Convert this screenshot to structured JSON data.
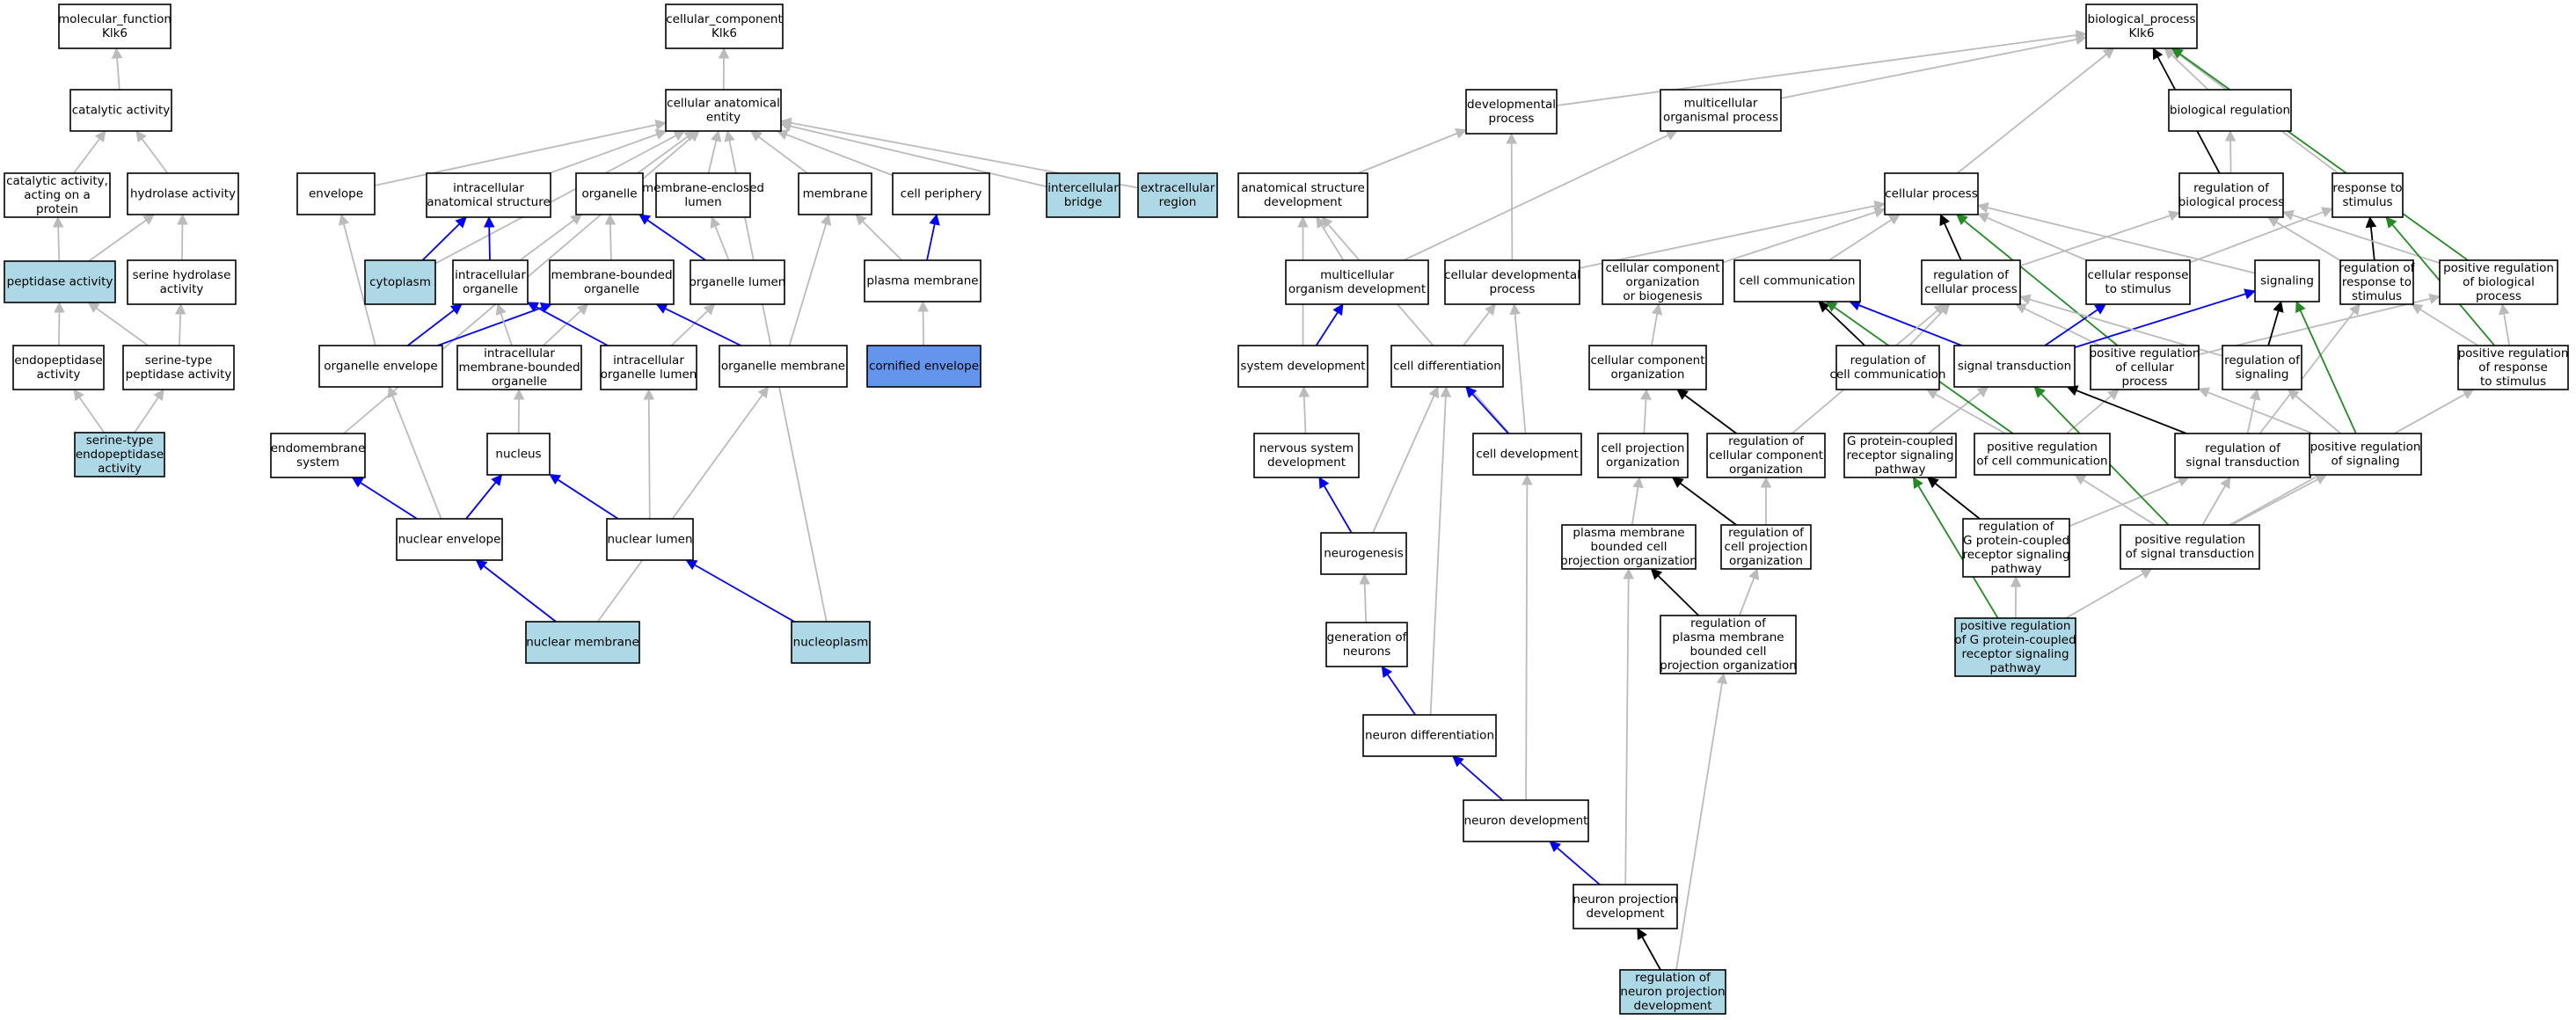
{
  "colors": {
    "default_fill": "#ffffff",
    "highlight_fill": "#add8e6",
    "strong_fill": "#6495ed",
    "is_a": "#bbbbbb",
    "part_of": "#0000ff",
    "regulates": "#000000",
    "positively_regulates": "#228b22"
  },
  "nodes": [
    {
      "id": "mf",
      "lines": [
        "molecular_function",
        "Klk6"
      ]
    },
    {
      "id": "cat",
      "lines": [
        "catalytic activity"
      ]
    },
    {
      "id": "catp",
      "lines": [
        "catalytic activity,",
        "acting on a",
        "protein"
      ]
    },
    {
      "id": "hyd",
      "lines": [
        "hydrolase activity"
      ]
    },
    {
      "id": "pep",
      "lines": [
        "peptidase activity"
      ],
      "fill": "highlight"
    },
    {
      "id": "serh",
      "lines": [
        "serine hydrolase",
        "activity"
      ]
    },
    {
      "id": "endo",
      "lines": [
        "endopeptidase",
        "activity"
      ]
    },
    {
      "id": "sert",
      "lines": [
        "serine-type",
        "peptidase activity"
      ]
    },
    {
      "id": "serte",
      "lines": [
        "serine-type",
        "endopeptidase",
        "activity"
      ],
      "fill": "highlight"
    },
    {
      "id": "cc",
      "lines": [
        "cellular_component",
        "Klk6"
      ]
    },
    {
      "id": "cae",
      "lines": [
        "cellular anatomical",
        "entity"
      ]
    },
    {
      "id": "env",
      "lines": [
        "envelope"
      ]
    },
    {
      "id": "ias",
      "lines": [
        "intracellular",
        "anatomical structure"
      ]
    },
    {
      "id": "org",
      "lines": [
        "organelle"
      ]
    },
    {
      "id": "mel",
      "lines": [
        "membrane-enclosed",
        "lumen"
      ]
    },
    {
      "id": "mem",
      "lines": [
        "membrane"
      ]
    },
    {
      "id": "cper",
      "lines": [
        "cell periphery"
      ]
    },
    {
      "id": "ibr",
      "lines": [
        "intercellular",
        "bridge"
      ],
      "fill": "highlight"
    },
    {
      "id": "exr",
      "lines": [
        "extracellular",
        "region"
      ],
      "fill": "highlight"
    },
    {
      "id": "cyt",
      "lines": [
        "cytoplasm"
      ],
      "fill": "highlight"
    },
    {
      "id": "io",
      "lines": [
        "intracellular",
        "organelle"
      ]
    },
    {
      "id": "mbo",
      "lines": [
        "membrane-bounded",
        "organelle"
      ]
    },
    {
      "id": "ol",
      "lines": [
        "organelle lumen"
      ]
    },
    {
      "id": "pm",
      "lines": [
        "plasma membrane"
      ]
    },
    {
      "id": "oenv",
      "lines": [
        "organelle envelope"
      ]
    },
    {
      "id": "imbo",
      "lines": [
        "intracellular",
        "membrane-bounded",
        "organelle"
      ]
    },
    {
      "id": "iol",
      "lines": [
        "intracellular",
        "organelle lumen"
      ]
    },
    {
      "id": "om",
      "lines": [
        "organelle membrane"
      ]
    },
    {
      "id": "ce",
      "lines": [
        "cornified envelope"
      ],
      "fill": "strong"
    },
    {
      "id": "ems",
      "lines": [
        "endomembrane",
        "system"
      ]
    },
    {
      "id": "nuc",
      "lines": [
        "nucleus"
      ]
    },
    {
      "id": "ne",
      "lines": [
        "nuclear envelope"
      ]
    },
    {
      "id": "nl",
      "lines": [
        "nuclear lumen"
      ]
    },
    {
      "id": "nm",
      "lines": [
        "nuclear membrane"
      ],
      "fill": "highlight"
    },
    {
      "id": "np",
      "lines": [
        "nucleoplasm"
      ],
      "fill": "highlight"
    },
    {
      "id": "bp",
      "lines": [
        "biological_process",
        "Klk6"
      ]
    },
    {
      "id": "dp",
      "lines": [
        "developmental",
        "process"
      ]
    },
    {
      "id": "mop",
      "lines": [
        "multicellular",
        "organismal process"
      ]
    },
    {
      "id": "breg",
      "lines": [
        "biological regulation"
      ]
    },
    {
      "id": "asd",
      "lines": [
        "anatomical structure",
        "development"
      ]
    },
    {
      "id": "cp",
      "lines": [
        "cellular process"
      ]
    },
    {
      "id": "rbp",
      "lines": [
        "regulation of",
        "biological process"
      ]
    },
    {
      "id": "rts",
      "lines": [
        "response to",
        "stimulus"
      ]
    },
    {
      "id": "mod",
      "lines": [
        "multicellular",
        "organism development"
      ]
    },
    {
      "id": "cdp",
      "lines": [
        "cellular developmental",
        "process"
      ]
    },
    {
      "id": "ccob",
      "lines": [
        "cellular component",
        "organization",
        "or biogenesis"
      ]
    },
    {
      "id": "ccom",
      "lines": [
        "cell communication"
      ]
    },
    {
      "id": "rcp",
      "lines": [
        "regulation of",
        "cellular process"
      ]
    },
    {
      "id": "crs",
      "lines": [
        "cellular response",
        "to stimulus"
      ]
    },
    {
      "id": "sig",
      "lines": [
        "signaling"
      ]
    },
    {
      "id": "rrs",
      "lines": [
        "regulation of",
        "response to",
        "stimulus"
      ]
    },
    {
      "id": "prbp",
      "lines": [
        "positive regulation",
        "of biological",
        "process"
      ]
    },
    {
      "id": "sd",
      "lines": [
        "system development"
      ]
    },
    {
      "id": "cdiff",
      "lines": [
        "cell differentiation"
      ]
    },
    {
      "id": "cco",
      "lines": [
        "cellular component",
        "organization"
      ]
    },
    {
      "id": "rcc",
      "lines": [
        "regulation of",
        "cell communication"
      ]
    },
    {
      "id": "st",
      "lines": [
        "signal transduction"
      ]
    },
    {
      "id": "prcp",
      "lines": [
        "positive regulation",
        "of cellular",
        "process"
      ]
    },
    {
      "id": "rsig",
      "lines": [
        "regulation of",
        "signaling"
      ]
    },
    {
      "id": "prrs",
      "lines": [
        "positive regulation",
        "of response",
        "to stimulus"
      ]
    },
    {
      "id": "nsd",
      "lines": [
        "nervous system",
        "development"
      ]
    },
    {
      "id": "cdev",
      "lines": [
        "cell development"
      ]
    },
    {
      "id": "cpo",
      "lines": [
        "cell projection",
        "organization"
      ]
    },
    {
      "id": "rcco",
      "lines": [
        "regulation of",
        "cellular component",
        "organization"
      ]
    },
    {
      "id": "gpcr",
      "lines": [
        "G protein-coupled",
        "receptor signaling",
        "pathway"
      ]
    },
    {
      "id": "prcc",
      "lines": [
        "positive regulation",
        "of cell communication"
      ]
    },
    {
      "id": "rst",
      "lines": [
        "regulation of",
        "signal transduction"
      ]
    },
    {
      "id": "prsig",
      "lines": [
        "positive regulation",
        "of signaling"
      ]
    },
    {
      "id": "ngen",
      "lines": [
        "neurogenesis"
      ]
    },
    {
      "id": "pmbcp",
      "lines": [
        "plasma membrane",
        "bounded cell",
        "projection organization"
      ]
    },
    {
      "id": "rcpo",
      "lines": [
        "regulation of",
        "cell projection",
        "organization"
      ]
    },
    {
      "id": "rgpcr",
      "lines": [
        "regulation of",
        "G protein-coupled",
        "receptor signaling",
        "pathway"
      ]
    },
    {
      "id": "prst",
      "lines": [
        "positive regulation",
        "of signal transduction"
      ]
    },
    {
      "id": "gon",
      "lines": [
        "generation of",
        "neurons"
      ]
    },
    {
      "id": "rpmb",
      "lines": [
        "regulation of",
        "plasma membrane",
        "bounded cell",
        "projection organization"
      ]
    },
    {
      "id": "prgpcr",
      "lines": [
        "positive regulation",
        "of G protein-coupled",
        "receptor signaling",
        "pathway"
      ],
      "fill": "highlight"
    },
    {
      "id": "ndiff",
      "lines": [
        "neuron differentiation"
      ]
    },
    {
      "id": "ndev",
      "lines": [
        "neuron development"
      ]
    },
    {
      "id": "npd",
      "lines": [
        "neuron projection",
        "development"
      ]
    },
    {
      "id": "rnpd",
      "lines": [
        "regulation of",
        "neuron projection",
        "development"
      ],
      "fill": "highlight"
    }
  ],
  "edges": [
    {
      "from": "cat",
      "to": "mf",
      "type": "is_a"
    },
    {
      "from": "catp",
      "to": "cat",
      "type": "is_a"
    },
    {
      "from": "hyd",
      "to": "cat",
      "type": "is_a"
    },
    {
      "from": "pep",
      "to": "catp",
      "type": "is_a"
    },
    {
      "from": "pep",
      "to": "hyd",
      "type": "is_a"
    },
    {
      "from": "serh",
      "to": "hyd",
      "type": "is_a"
    },
    {
      "from": "endo",
      "to": "pep",
      "type": "is_a"
    },
    {
      "from": "sert",
      "to": "pep",
      "type": "is_a"
    },
    {
      "from": "sert",
      "to": "serh",
      "type": "is_a"
    },
    {
      "from": "serte",
      "to": "endo",
      "type": "is_a"
    },
    {
      "from": "serte",
      "to": "sert",
      "type": "is_a"
    },
    {
      "from": "cae",
      "to": "cc",
      "type": "is_a"
    },
    {
      "from": "env",
      "to": "cae",
      "type": "is_a"
    },
    {
      "from": "ias",
      "to": "cae",
      "type": "is_a"
    },
    {
      "from": "org",
      "to": "cae",
      "type": "is_a"
    },
    {
      "from": "mel",
      "to": "cae",
      "type": "is_a"
    },
    {
      "from": "mem",
      "to": "cae",
      "type": "is_a"
    },
    {
      "from": "cper",
      "to": "cae",
      "type": "is_a"
    },
    {
      "from": "ibr",
      "to": "cae",
      "type": "is_a"
    },
    {
      "from": "exr",
      "to": "cae",
      "type": "is_a"
    },
    {
      "from": "cyt",
      "to": "cae",
      "type": "is_a"
    },
    {
      "from": "ems",
      "to": "cae",
      "type": "is_a"
    },
    {
      "from": "np",
      "to": "cae",
      "type": "is_a"
    },
    {
      "from": "cyt",
      "to": "ias",
      "type": "part_of"
    },
    {
      "from": "io",
      "to": "ias",
      "type": "part_of"
    },
    {
      "from": "io",
      "to": "org",
      "type": "is_a"
    },
    {
      "from": "mbo",
      "to": "org",
      "type": "is_a"
    },
    {
      "from": "ol",
      "to": "org",
      "type": "part_of"
    },
    {
      "from": "ol",
      "to": "mel",
      "type": "is_a"
    },
    {
      "from": "pm",
      "to": "mem",
      "type": "is_a"
    },
    {
      "from": "pm",
      "to": "cper",
      "type": "part_of"
    },
    {
      "from": "oenv",
      "to": "env",
      "type": "is_a"
    },
    {
      "from": "oenv",
      "to": "io",
      "type": "part_of"
    },
    {
      "from": "oenv",
      "to": "mbo",
      "type": "part_of"
    },
    {
      "from": "imbo",
      "to": "io",
      "type": "is_a"
    },
    {
      "from": "imbo",
      "to": "mbo",
      "type": "is_a"
    },
    {
      "from": "iol",
      "to": "io",
      "type": "part_of"
    },
    {
      "from": "iol",
      "to": "ol",
      "type": "is_a"
    },
    {
      "from": "om",
      "to": "mbo",
      "type": "part_of"
    },
    {
      "from": "om",
      "to": "mem",
      "type": "is_a"
    },
    {
      "from": "ce",
      "to": "pm",
      "type": "is_a"
    },
    {
      "from": "nuc",
      "to": "imbo",
      "type": "is_a"
    },
    {
      "from": "ne",
      "to": "ems",
      "type": "part_of"
    },
    {
      "from": "ne",
      "to": "nuc",
      "type": "part_of"
    },
    {
      "from": "ne",
      "to": "oenv",
      "type": "is_a"
    },
    {
      "from": "nl",
      "to": "nuc",
      "type": "part_of"
    },
    {
      "from": "nl",
      "to": "iol",
      "type": "is_a"
    },
    {
      "from": "nm",
      "to": "ne",
      "type": "part_of"
    },
    {
      "from": "nm",
      "to": "om",
      "type": "is_a"
    },
    {
      "from": "np",
      "to": "nl",
      "type": "part_of"
    },
    {
      "from": "dp",
      "to": "bp",
      "type": "is_a"
    },
    {
      "from": "mop",
      "to": "bp",
      "type": "is_a"
    },
    {
      "from": "breg",
      "to": "bp",
      "type": "is_a"
    },
    {
      "from": "cp",
      "to": "bp",
      "type": "is_a"
    },
    {
      "from": "rbp",
      "to": "bp",
      "type": "regulates"
    },
    {
      "from": "rbp",
      "to": "breg",
      "type": "is_a"
    },
    {
      "from": "rts",
      "to": "bp",
      "type": "is_a"
    },
    {
      "from": "prbp",
      "to": "bp",
      "type": "positively_regulates"
    },
    {
      "from": "asd",
      "to": "dp",
      "type": "is_a"
    },
    {
      "from": "cdp",
      "to": "dp",
      "type": "is_a"
    },
    {
      "from": "mod",
      "to": "mop",
      "type": "is_a"
    },
    {
      "from": "mod",
      "to": "asd",
      "type": "is_a"
    },
    {
      "from": "sd",
      "to": "mod",
      "type": "part_of"
    },
    {
      "from": "sd",
      "to": "asd",
      "type": "is_a"
    },
    {
      "from": "cdev",
      "to": "asd",
      "type": "is_a"
    },
    {
      "from": "cdp",
      "to": "cp",
      "type": "is_a"
    },
    {
      "from": "ccob",
      "to": "cp",
      "type": "is_a"
    },
    {
      "from": "ccom",
      "to": "cp",
      "type": "is_a"
    },
    {
      "from": "rcp",
      "to": "cp",
      "type": "regulates"
    },
    {
      "from": "rcp",
      "to": "rbp",
      "type": "is_a"
    },
    {
      "from": "crs",
      "to": "cp",
      "type": "is_a"
    },
    {
      "from": "crs",
      "to": "rts",
      "type": "is_a"
    },
    {
      "from": "sig",
      "to": "cp",
      "type": "is_a"
    },
    {
      "from": "prcp",
      "to": "cp",
      "type": "positively_regulates"
    },
    {
      "from": "rrs",
      "to": "rbp",
      "type": "is_a"
    },
    {
      "from": "rrs",
      "to": "rts",
      "type": "regulates"
    },
    {
      "from": "prbp",
      "to": "rbp",
      "type": "is_a"
    },
    {
      "from": "prrs",
      "to": "rts",
      "type": "positively_regulates"
    },
    {
      "from": "prrs",
      "to": "rrs",
      "type": "is_a"
    },
    {
      "from": "prrs",
      "to": "prbp",
      "type": "is_a"
    },
    {
      "from": "prcp",
      "to": "rcp",
      "type": "is_a"
    },
    {
      "from": "prcp",
      "to": "prbp",
      "type": "is_a"
    },
    {
      "from": "cdiff",
      "to": "cdp",
      "type": "is_a"
    },
    {
      "from": "cdev",
      "to": "cdp",
      "type": "is_a"
    },
    {
      "from": "cdev",
      "to": "cdiff",
      "type": "part_of"
    },
    {
      "from": "cco",
      "to": "ccob",
      "type": "is_a"
    },
    {
      "from": "rcc",
      "to": "ccom",
      "type": "regulates"
    },
    {
      "from": "rcc",
      "to": "rcp",
      "type": "is_a"
    },
    {
      "from": "st",
      "to": "ccom",
      "type": "part_of"
    },
    {
      "from": "st",
      "to": "crs",
      "type": "part_of"
    },
    {
      "from": "st",
      "to": "sig",
      "type": "part_of"
    },
    {
      "from": "rsig",
      "to": "sig",
      "type": "regulates"
    },
    {
      "from": "rsig",
      "to": "rcp",
      "type": "is_a"
    },
    {
      "from": "nsd",
      "to": "sd",
      "type": "is_a"
    },
    {
      "from": "cpo",
      "to": "cco",
      "type": "is_a"
    },
    {
      "from": "rcco",
      "to": "cco",
      "type": "regulates"
    },
    {
      "from": "rcco",
      "to": "rcp",
      "type": "is_a"
    },
    {
      "from": "gpcr",
      "to": "st",
      "type": "is_a"
    },
    {
      "from": "prcc",
      "to": "rcc",
      "type": "is_a"
    },
    {
      "from": "prcc",
      "to": "prcp",
      "type": "is_a"
    },
    {
      "from": "prcc",
      "to": "ccom",
      "type": "positively_regulates"
    },
    {
      "from": "rst",
      "to": "st",
      "type": "regulates"
    },
    {
      "from": "rst",
      "to": "rsig",
      "type": "is_a"
    },
    {
      "from": "rst",
      "to": "rrs",
      "type": "is_a"
    },
    {
      "from": "prsig",
      "to": "sig",
      "type": "positively_regulates"
    },
    {
      "from": "prsig",
      "to": "rsig",
      "type": "is_a"
    },
    {
      "from": "prsig",
      "to": "prcp",
      "type": "is_a"
    },
    {
      "from": "ngen",
      "to": "nsd",
      "type": "part_of"
    },
    {
      "from": "ngen",
      "to": "cdiff",
      "type": "is_a"
    },
    {
      "from": "pmbcp",
      "to": "cpo",
      "type": "is_a"
    },
    {
      "from": "rcpo",
      "to": "cpo",
      "type": "regulates"
    },
    {
      "from": "rcpo",
      "to": "rcco",
      "type": "is_a"
    },
    {
      "from": "rgpcr",
      "to": "gpcr",
      "type": "regulates"
    },
    {
      "from": "rgpcr",
      "to": "rst",
      "type": "is_a"
    },
    {
      "from": "prst",
      "to": "st",
      "type": "positively_regulates"
    },
    {
      "from": "prst",
      "to": "rst",
      "type": "is_a"
    },
    {
      "from": "prst",
      "to": "prcc",
      "type": "is_a"
    },
    {
      "from": "prst",
      "to": "prsig",
      "type": "is_a"
    },
    {
      "from": "prst",
      "to": "prrs",
      "type": "is_a"
    },
    {
      "from": "gon",
      "to": "ngen",
      "type": "is_a"
    },
    {
      "from": "rpmb",
      "to": "pmbcp",
      "type": "regulates"
    },
    {
      "from": "rpmb",
      "to": "rcpo",
      "type": "is_a"
    },
    {
      "from": "prgpcr",
      "to": "gpcr",
      "type": "positively_regulates"
    },
    {
      "from": "prgpcr",
      "to": "rgpcr",
      "type": "is_a"
    },
    {
      "from": "prgpcr",
      "to": "prst",
      "type": "is_a"
    },
    {
      "from": "ndiff",
      "to": "gon",
      "type": "part_of"
    },
    {
      "from": "ndiff",
      "to": "cdiff",
      "type": "is_a"
    },
    {
      "from": "ndev",
      "to": "ndiff",
      "type": "part_of"
    },
    {
      "from": "ndev",
      "to": "cdev",
      "type": "is_a"
    },
    {
      "from": "npd",
      "to": "ndev",
      "type": "part_of"
    },
    {
      "from": "npd",
      "to": "pmbcp",
      "type": "is_a"
    },
    {
      "from": "rnpd",
      "to": "npd",
      "type": "regulates"
    },
    {
      "from": "rnpd",
      "to": "rpmb",
      "type": "is_a"
    }
  ]
}
